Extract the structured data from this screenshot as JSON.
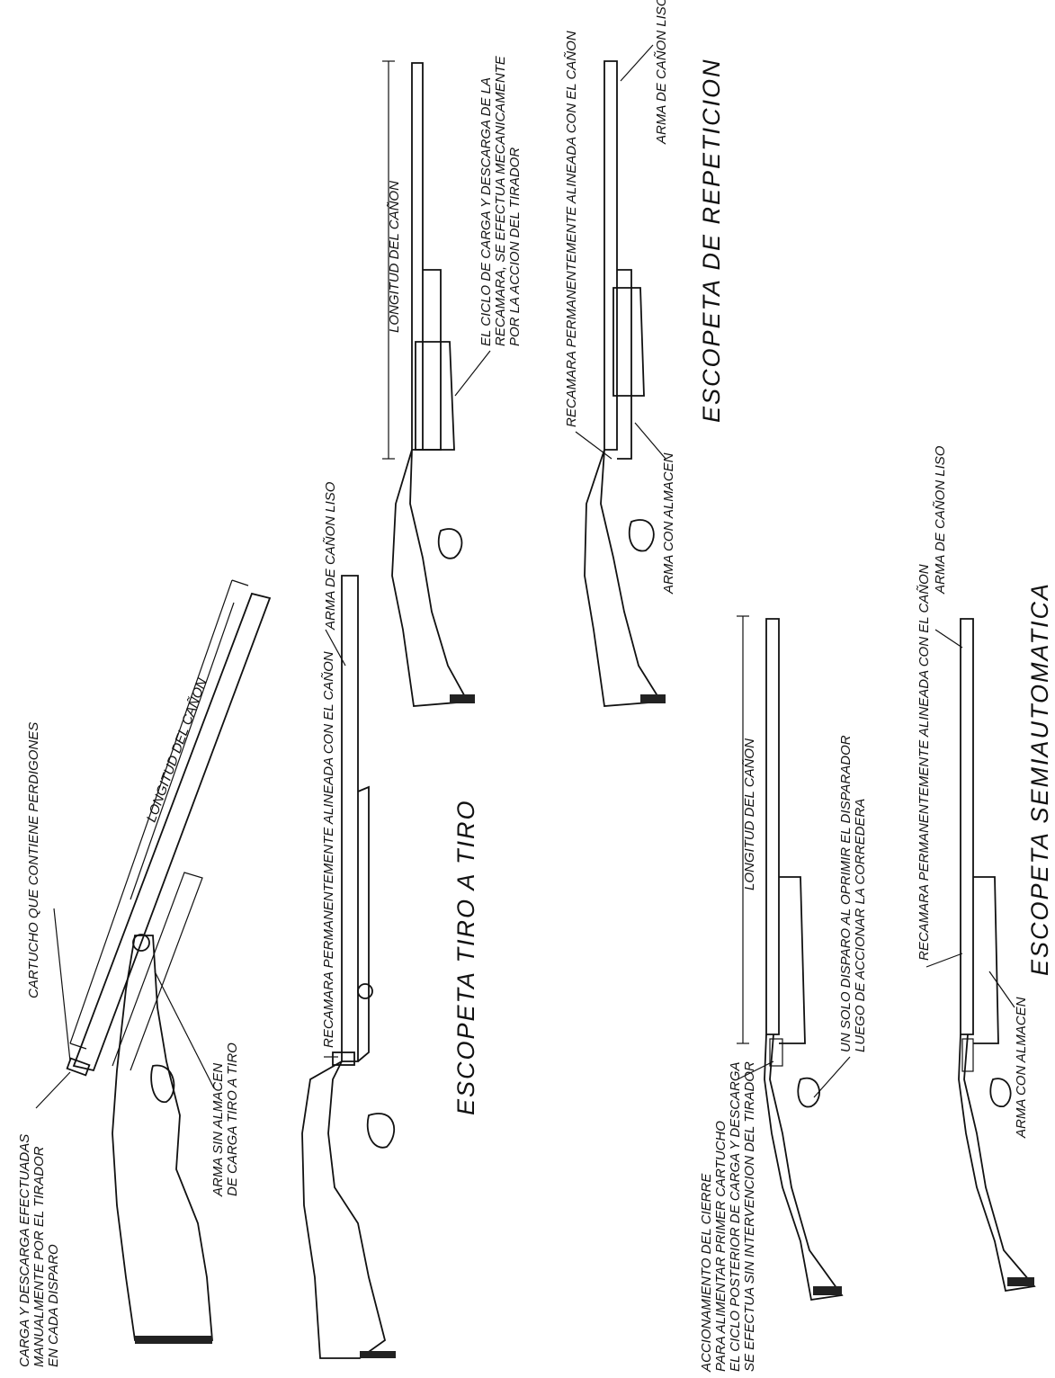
{
  "tiro_a_tiro": {
    "title": "ESCOPETA TIRO A TIRO",
    "label_carga": [
      "CARGA Y DESCARGA EFECTUADAS",
      "MANUALMENTE POR EL TIRADOR",
      "EN CADA DISPARO"
    ],
    "label_cartucho": "CARTUCHO QUE CONTIENE PERDIGONES",
    "label_longitud": "LONGITUD DEL CAÑON",
    "label_arma_sin": [
      "ARMA SIN ALMACEN",
      "DE CARGA TIRO A TIRO"
    ],
    "label_recamara": "RECAMARA PERMANENTEMENTE ALINEADA CON EL CAÑON",
    "label_liso": "ARMA DE CAÑON LISO"
  },
  "repeticion": {
    "title": "ESCOPETA DE REPETICION",
    "label_longitud": "LONGITUD DEL CAÑON",
    "label_ciclo": [
      "EL CICLO DE CARGA Y DESCARGA DE LA",
      "RECAMARA, SE EFECTUA MECANICAMENTE",
      "POR LA ACCION DEL TIRADOR"
    ],
    "label_recamara": "RECAMARA PERMANENTEMENTE ALINEADA CON EL CAÑON",
    "label_liso": "ARMA DE CAÑON LISO",
    "label_almacen": "ARMA CON ALMACEN"
  },
  "semiautomatica": {
    "title": "ESCOPETA SEMIAUTOMATICA",
    "label_longitud": "LONGITUD DEL CAÑON",
    "label_disparo": [
      "UN SOLO DISPARO AL OPRIMIR EL DISPARADOR",
      "LUEGO DE ACCIONAR LA CORREDERA"
    ],
    "label_accion": [
      "ACCIONAMIENTO DEL CIERRE",
      "PARA ALIMENTAR PRIMER CARTUCHO",
      "EL CICLO POSTERIOR DE CARGA Y DESCARGA",
      "SE EFECTUA SIN INTERVENCION DEL TIRADOR"
    ],
    "label_recamara": "RECAMARA PERMANENTEMENTE ALINEADA CON EL CAÑON",
    "label_liso": "ARMA DE CAÑON LISO",
    "label_almacen": "ARMA CON ALMACEN"
  }
}
